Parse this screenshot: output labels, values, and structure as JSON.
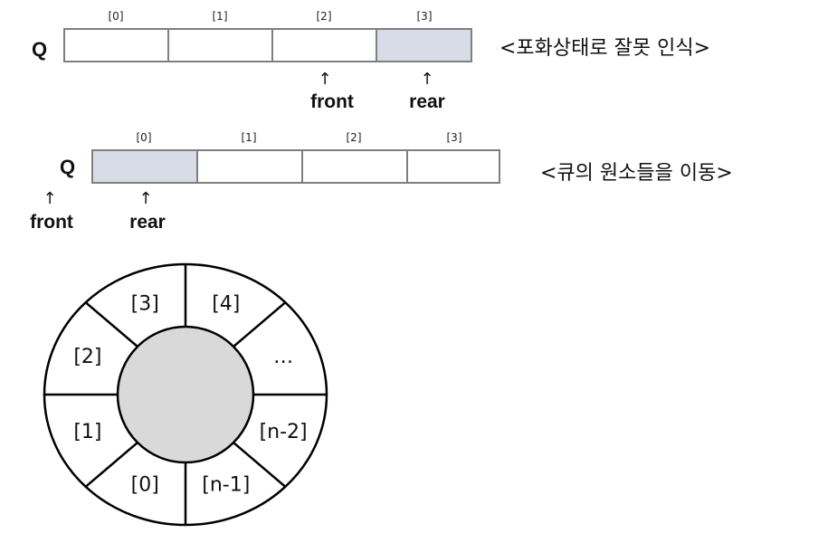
{
  "colors": {
    "filled_cell": "#d7dce6",
    "hub": "#d9d9d9",
    "line": "#000000",
    "cell_border": "#7f7f7f"
  },
  "array1": {
    "label": "Q",
    "indices": [
      "[0]",
      "[1]",
      "[2]",
      "[3]"
    ],
    "filled_index": 3,
    "pointers": {
      "front": "front",
      "rear": "rear",
      "arrow": "↑"
    },
    "note": "<포화상태로 잘못 인식>"
  },
  "array2": {
    "label": "Q",
    "indices": [
      "[0]",
      "[1]",
      "[2]",
      "[3]"
    ],
    "filled_index": 0,
    "pointers": {
      "front": "front",
      "rear": "rear",
      "arrow": "↑"
    },
    "note": "<큐의 원소들을 이동>"
  },
  "circular_queue": {
    "slots": [
      "[3]",
      "[4]",
      "…",
      "[n-2]",
      "[n-1]",
      "[0]",
      "[1]",
      "[2]"
    ]
  }
}
